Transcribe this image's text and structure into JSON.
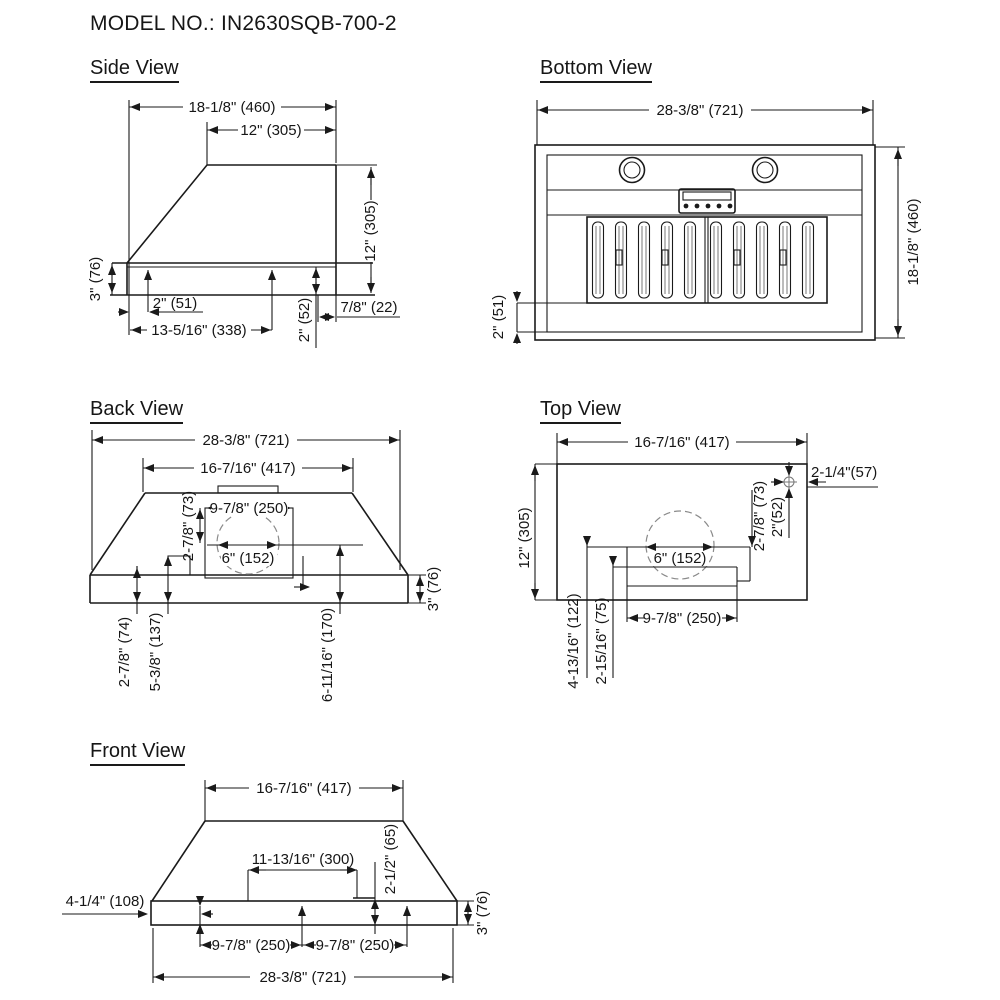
{
  "title": "MODEL NO.: IN2630SQB-700-2",
  "views": {
    "side": {
      "heading": "Side View",
      "dims": {
        "total_depth": "18-1/8\" (460)",
        "top_depth": "12\" (305)",
        "height": "12\" (305)",
        "bottom_band": "3\" (76)",
        "keyhole_front": "2\" (51)",
        "keyhole_span": "13-5/16\" (338)",
        "damper_height": "2\" (52)",
        "damper_rear": "7/8\" (22)"
      }
    },
    "bottom": {
      "heading": "Bottom View",
      "dims": {
        "width": "28-3/8\" (721)",
        "depth": "18-1/8\" (460)",
        "lip": "2\" (51)"
      }
    },
    "back": {
      "heading": "Back View",
      "dims": {
        "width": "28-3/8\" (721)",
        "top_width": "16-7/16\" (417)",
        "duct_box_width": "9-7/8\" (250)",
        "duct_top": "2-7/8\" (73)",
        "duct_dia": "6\" (152)",
        "keyhole_up": "2-7/8\" (74)",
        "slot_up": "5-3/8\" (137)",
        "duct_up": "6-11/16\" (170)",
        "bottom_band": "3\" (76)"
      }
    },
    "top": {
      "heading": "Top View",
      "dims": {
        "width": "16-7/16\" (417)",
        "depth": "12\" (305)",
        "cord_right": "2-1/4\"(57)",
        "cord_rear": "2\"(52)",
        "damper_rear": "2-7/8\" (73)",
        "duct_dia": "6\" (152)",
        "damper_width": "9-7/8\" (250)",
        "duct_center": "4-13/16\" (122)",
        "damper_front": "2-15/16\" (75)"
      }
    },
    "front": {
      "heading": "Front View",
      "dims": {
        "top_width": "16-7/16\" (417)",
        "panel_width": "11-13/16\" (300)",
        "panel_height": "2-1/2\" (65)",
        "keyhole_left": "4-1/4\" (108)",
        "hole_left": "9-7/8\" (250)",
        "hole_right": "9-7/8\" (250)",
        "bottom_band": "3\" (76)",
        "width": "28-3/8\" (721)"
      }
    }
  }
}
